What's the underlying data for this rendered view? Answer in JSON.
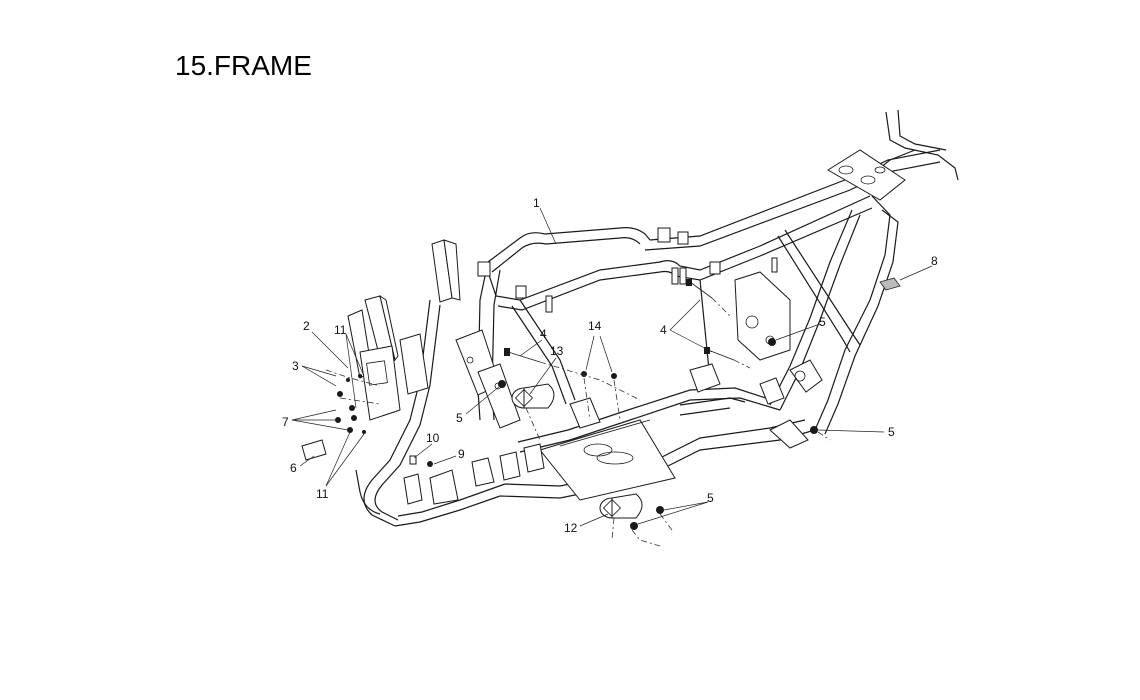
{
  "title": "15.FRAME",
  "callouts": {
    "c1": "1",
    "c2": "2",
    "c3": "3",
    "c4a": "4",
    "c4b": "4",
    "c5a": "5",
    "c5b": "5",
    "c5c": "5",
    "c5d": "5",
    "c6": "6",
    "c7": "7",
    "c8": "8",
    "c9": "9",
    "c10": "10",
    "c11a": "11",
    "c11b": "11",
    "c12": "12",
    "c13": "13",
    "c14": "14"
  }
}
